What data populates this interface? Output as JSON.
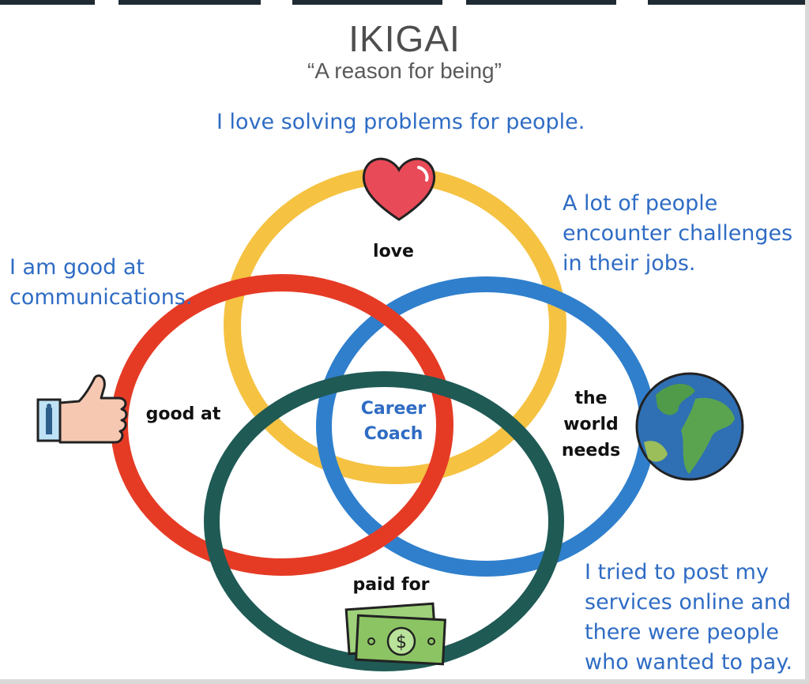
{
  "header": {
    "title": "IKIGAI",
    "subtitle": "“A reason for being”"
  },
  "notes": {
    "love": "I love solving problems for people.",
    "good_at": [
      "I am good at",
      "communications."
    ],
    "world_needs": [
      "A lot of people",
      "encounter challenges",
      "in their jobs."
    ],
    "paid_for": [
      "I tried to post my",
      "services online and",
      "there were people",
      "who wanted to pay."
    ]
  },
  "circles": {
    "love": "love",
    "good_at": "good at",
    "world_needs": [
      "the",
      "world",
      "needs"
    ],
    "paid_for": "paid for"
  },
  "center": [
    "Career",
    "Coach"
  ],
  "icons": [
    "heart-icon",
    "thumbs-up-icon",
    "globe-icon",
    "money-icon"
  ],
  "colors": {
    "love_ring": "#f5c242",
    "good_at_ring": "#e53b25",
    "world_ring": "#2f7fcc",
    "paid_ring": "#1f5a55",
    "note_text": "#2f6cc4"
  }
}
